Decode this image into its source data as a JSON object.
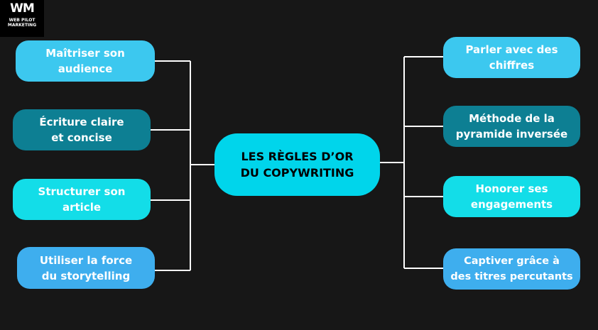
{
  "logo": {
    "mark": "WM",
    "line1": "WEB PILOT",
    "line2": "MARKETING"
  },
  "center": {
    "line1": "LES RÈGLES D’OR",
    "line2": "DU COPYWRITING",
    "color": "#00d5eb"
  },
  "left_nodes": [
    {
      "line1": "Maîtriser son",
      "line2": "audience",
      "color": "#3cc8ef"
    },
    {
      "line1": "Écriture claire",
      "line2": "et concise",
      "color": "#0d7f93"
    },
    {
      "line1": "Structurer son",
      "line2": "article",
      "color": "#13dde8"
    },
    {
      "line1": "Utiliser la force",
      "line2": "du storytelling",
      "color": "#3eaeee"
    }
  ],
  "right_nodes": [
    {
      "line1": "Parler avec des",
      "line2": "chiffres",
      "color": "#3cc8ef"
    },
    {
      "line1": "Méthode de la",
      "line2": "pyramide inversée",
      "color": "#0d7f93"
    },
    {
      "line1": "Honorer ses",
      "line2": "engagements",
      "color": "#13dde8"
    },
    {
      "line1": "Captiver grâce à",
      "line2": "des titres percutants",
      "color": "#3eaeee"
    }
  ]
}
